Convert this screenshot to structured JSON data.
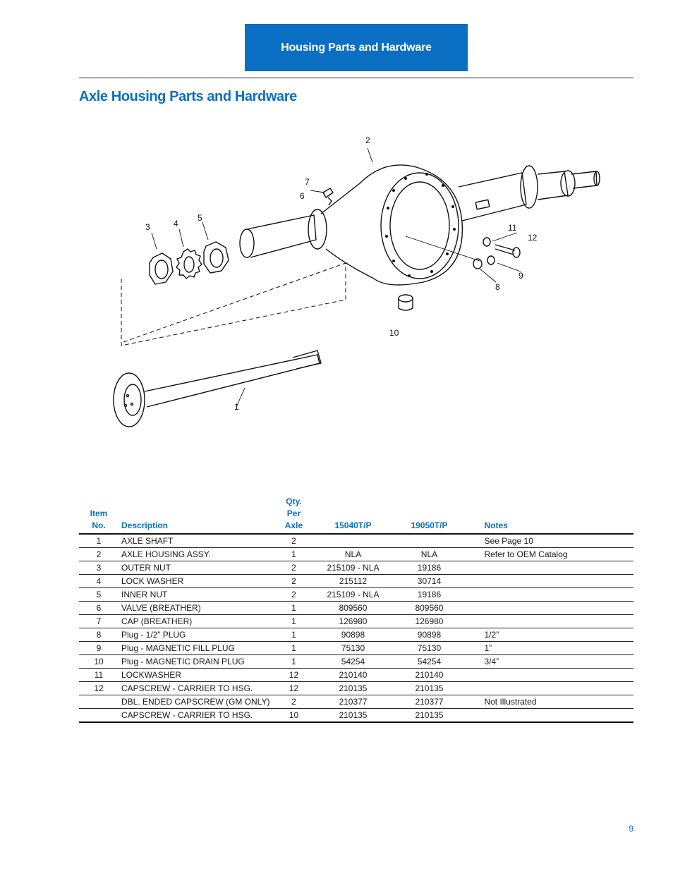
{
  "header": {
    "tab_label": "Housing Parts and Hardware"
  },
  "page_title": "Axle Housing Parts and Hardware",
  "diagram": {
    "callouts": [
      "1",
      "2",
      "3",
      "4",
      "5",
      "6",
      "7",
      "8",
      "9",
      "10",
      "11",
      "12"
    ]
  },
  "table": {
    "headers": {
      "item": [
        "Item",
        "No."
      ],
      "description": "Description",
      "qty": [
        "Qty.",
        "Per",
        "Axle"
      ],
      "p1": "15040T/P",
      "p2": "19050T/P",
      "notes": "Notes"
    },
    "rows": [
      {
        "item": "1",
        "description": "AXLE SHAFT",
        "qty": "2",
        "p1": "",
        "p2": "",
        "notes": "See Page 10"
      },
      {
        "item": "2",
        "description": "AXLE HOUSING ASSY.",
        "qty": "1",
        "p1": "NLA",
        "p2": "NLA",
        "notes": "Refer to OEM Catalog"
      },
      {
        "item": "3",
        "description": "OUTER NUT",
        "qty": "2",
        "p1": "215109 - NLA",
        "p2": "19186",
        "notes": ""
      },
      {
        "item": "4",
        "description": "LOCK WASHER",
        "qty": "2",
        "p1": "215112",
        "p2": "30714",
        "notes": ""
      },
      {
        "item": "5",
        "description": "INNER NUT",
        "qty": "2",
        "p1": "215109 - NLA",
        "p2": "19186",
        "notes": ""
      },
      {
        "item": "6",
        "description": "VALVE (BREATHER)",
        "qty": "1",
        "p1": "809560",
        "p2": "809560",
        "notes": ""
      },
      {
        "item": "7",
        "description": "CAP (BREATHER)",
        "qty": "1",
        "p1": "126980",
        "p2": "126980",
        "notes": ""
      },
      {
        "item": "8",
        "description": "Plug - 1/2” PLUG",
        "qty": "1",
        "p1": "90898",
        "p2": "90898",
        "notes": "1/2”"
      },
      {
        "item": "9",
        "description": "Plug - MAGNETIC FILL PLUG",
        "qty": "1",
        "p1": "75130",
        "p2": "75130",
        "notes": "1”"
      },
      {
        "item": "10",
        "description": "Plug - MAGNETIC DRAIN PLUG",
        "qty": "1",
        "p1": "54254",
        "p2": "54254",
        "notes": "3/4”"
      },
      {
        "item": "11",
        "description": "LOCKWASHER",
        "qty": "12",
        "p1": "210140",
        "p2": "210140",
        "notes": ""
      },
      {
        "item": "12",
        "description": "CAPSCREW - CARRIER TO HSG.",
        "qty": "12",
        "p1": "210135",
        "p2": "210135",
        "notes": ""
      },
      {
        "item": "",
        "description": "DBL. ENDED CAPSCREW (GM ONLY)",
        "qty": "2",
        "p1": "210377",
        "p2": "210377",
        "notes": "Not Illustrated"
      },
      {
        "item": "",
        "description": "CAPSCREW - CARRIER TO HSG.",
        "qty": "10",
        "p1": "210135",
        "p2": "210135",
        "notes": ""
      }
    ]
  },
  "page_number": "9"
}
